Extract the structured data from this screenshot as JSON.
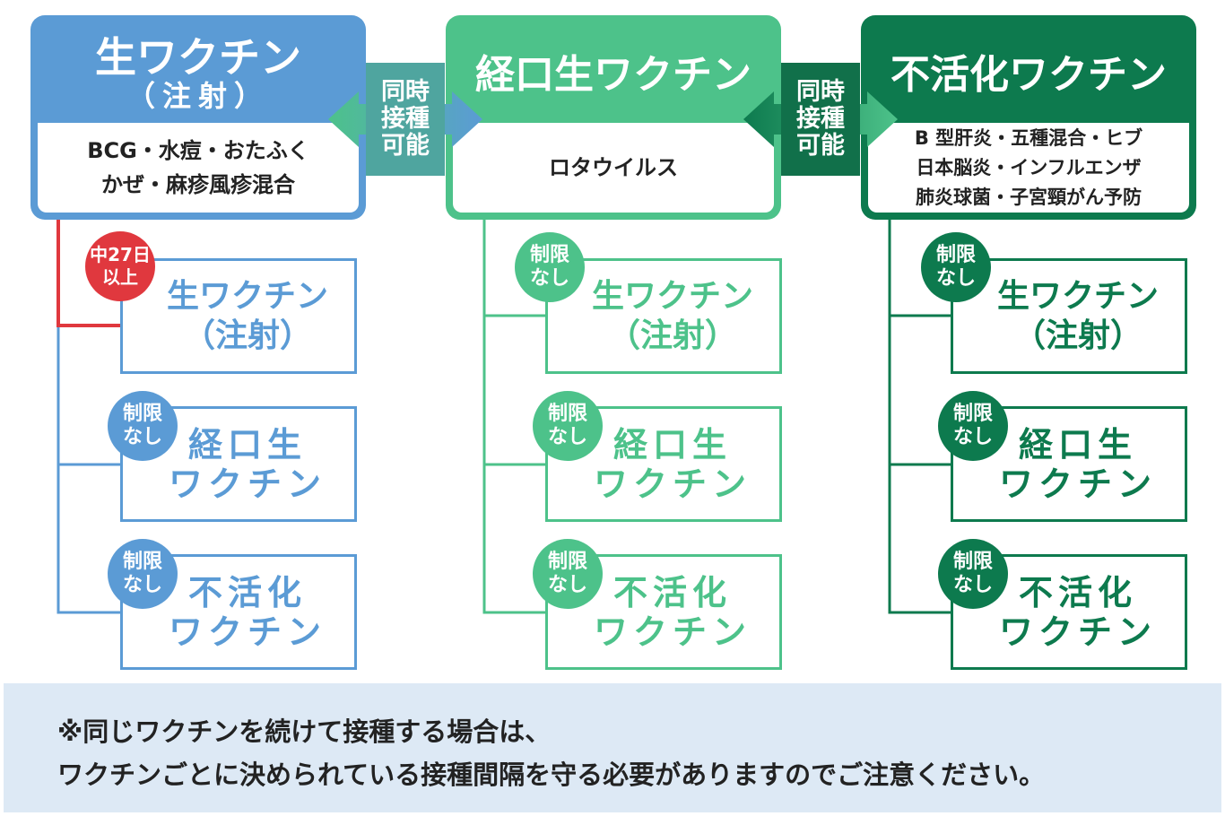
{
  "colors": {
    "live_injection": "#5b9bd5",
    "oral_live": "#4dc28a",
    "inactivated": "#0d7a4e",
    "arrow_left": "#4fa59f",
    "arrow_right": "#11704a",
    "interval_badge": "#e0383e",
    "note_bg": "#dde9f5"
  },
  "categories": [
    {
      "title": "生ワクチン",
      "subtitle": "（注射）",
      "examples": [
        "BCG・水痘・おたふく",
        "かぜ・麻疹風疹混合"
      ],
      "targets": [
        {
          "badge": [
            "中27日",
            "以上"
          ],
          "badge_type": "interval",
          "label": [
            "生ワクチン",
            "（注射）"
          ]
        },
        {
          "badge": [
            "制限",
            "なし"
          ],
          "badge_type": "none",
          "label": [
            "経口生",
            "ワクチン"
          ]
        },
        {
          "badge": [
            "制限",
            "なし"
          ],
          "badge_type": "none",
          "label": [
            "不活化",
            "ワクチン"
          ]
        }
      ]
    },
    {
      "title": "経口生ワクチン",
      "examples": [
        "ロタウイルス"
      ],
      "targets": [
        {
          "badge": [
            "制限",
            "なし"
          ],
          "badge_type": "none",
          "label": [
            "生ワクチン",
            "（注射）"
          ]
        },
        {
          "badge": [
            "制限",
            "なし"
          ],
          "badge_type": "none",
          "label": [
            "経口生",
            "ワクチン"
          ]
        },
        {
          "badge": [
            "制限",
            "なし"
          ],
          "badge_type": "none",
          "label": [
            "不活化",
            "ワクチン"
          ]
        }
      ]
    },
    {
      "title": "不活化ワクチン",
      "examples": [
        "B 型肝炎・五種混合・ヒブ",
        "日本脳炎・インフルエンザ",
        "肺炎球菌・子宮頸がん予防"
      ],
      "targets": [
        {
          "badge": [
            "制限",
            "なし"
          ],
          "badge_type": "none",
          "label": [
            "生ワクチン",
            "（注射）"
          ]
        },
        {
          "badge": [
            "制限",
            "なし"
          ],
          "badge_type": "none",
          "label": [
            "経口生",
            "ワクチン"
          ]
        },
        {
          "badge": [
            "制限",
            "なし"
          ],
          "badge_type": "none",
          "label": [
            "不活化",
            "ワクチン"
          ]
        }
      ]
    }
  ],
  "arrows": [
    {
      "text": [
        "同時",
        "接種",
        "可能"
      ]
    },
    {
      "text": [
        "同時",
        "接種",
        "可能"
      ]
    }
  ],
  "note": [
    "※同じワクチンを続けて接種する場合は、",
    "ワクチンごとに決められている接種間隔を守る必要がありますのでご注意ください。"
  ]
}
